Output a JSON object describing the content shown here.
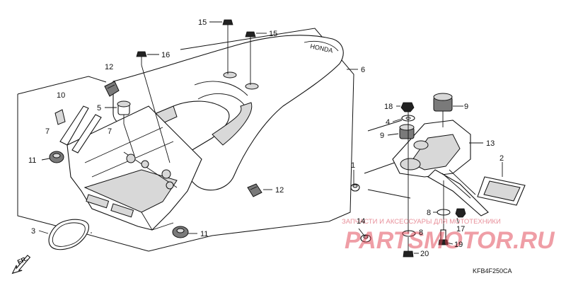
{
  "labels": {
    "p1": "1",
    "p2": "2",
    "p3": "3",
    "p4": "4",
    "p5": "5",
    "p6": "6",
    "p7a": "7",
    "p7b": "7",
    "p8a": "8",
    "p8b": "8",
    "p9a": "9",
    "p9b": "9",
    "p10": "10",
    "p11a": "11",
    "p11b": "11",
    "p12a": "12",
    "p12b": "12",
    "p13": "13",
    "p14": "14",
    "p15a": "15",
    "p15b": "15",
    "p16": "16",
    "p17": "17",
    "p18": "18",
    "p19": "19",
    "p20": "20"
  },
  "orientation_label": "FR.",
  "diagram_code": "KFB4F250CA",
  "watermark": {
    "tagline": "ЗАПЧАСТИ И АКСЕССУАРЫ ДЛЯ МОТОТЕХНИКИ",
    "brand": "PARTSMOTOR.RU"
  },
  "colors": {
    "watermark": "#e04050",
    "line": "#111111"
  }
}
